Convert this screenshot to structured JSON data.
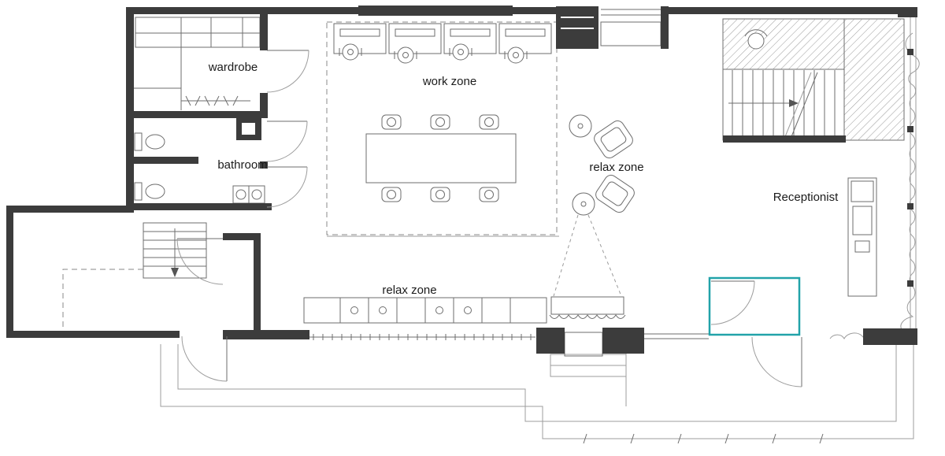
{
  "document": {
    "type": "architectural floor plan",
    "view": "ground floor office layout"
  },
  "labels": {
    "wardrobe": "wardrobe",
    "work_zone": "work zone",
    "bathroom": "bathroom",
    "relax_zone_center": "relax zone",
    "receptionist": "Receptionist",
    "relax_zone_bottom": "relax zone"
  },
  "colors": {
    "wall": "#3c3c3c",
    "line": "#6e6e6e",
    "light_line": "#9c9c9c",
    "accent_teal": "#22a3a9",
    "text": "#1b1b1b",
    "background": "#ffffff"
  }
}
